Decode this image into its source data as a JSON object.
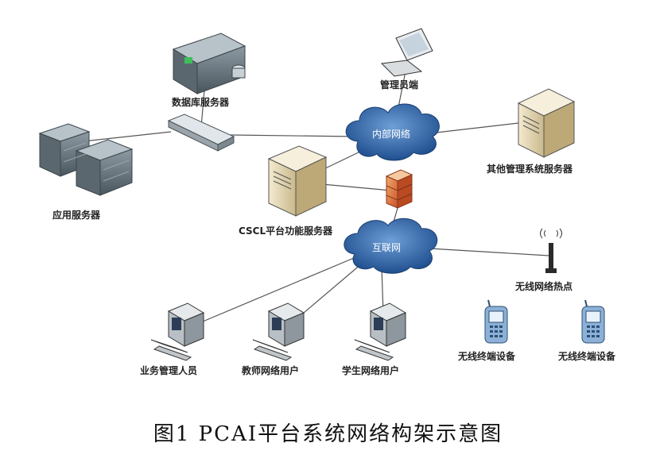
{
  "labels": {
    "db_server": "数据库服务器",
    "app_server": "应用服务器",
    "admin_terminal": "管理员端",
    "other_servers": "其他管理系统服务器",
    "cscl_server": "CSCL平台功能服务器",
    "wifi_hotspot": "无线网络热点",
    "business_staff": "业务管理人员",
    "teacher_user": "教师网络用户",
    "student_user": "学生网络用户",
    "wireless_device_1": "无线终端设备",
    "wireless_device_2": "无线终端设备"
  },
  "clouds": {
    "intranet": "内部网络",
    "internet": "互联网"
  },
  "caption": "图1  PCAI平台系统网络构架示意图"
}
